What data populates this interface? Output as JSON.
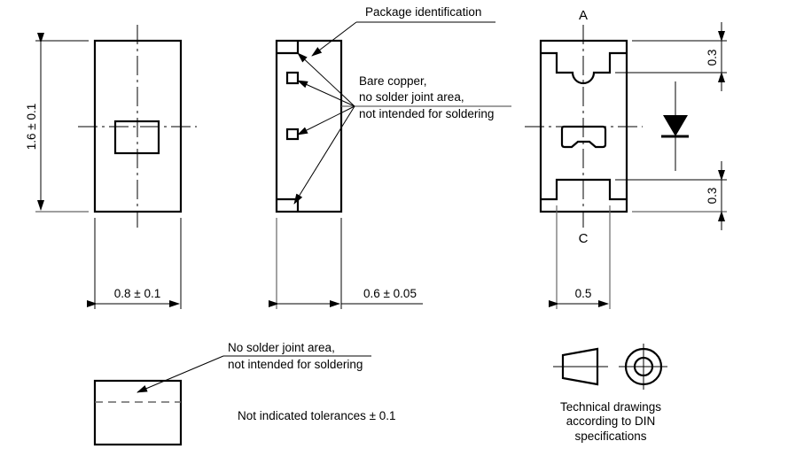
{
  "drawing": {
    "title": "Package outline drawing",
    "unit_note": "Not indicated tolerances ± 0.1"
  },
  "views": {
    "top": {
      "height_dim": "1.6 ± 0.1",
      "width_dim": "0.8 ± 0.1"
    },
    "side": {
      "package_id_label": "Package identification",
      "bare_copper_lines": [
        "Bare copper,",
        "no solder joint area,",
        "not intended for soldering"
      ],
      "thickness_dim": "0.6 ± 0.05"
    },
    "bottom": {
      "anode_label": "A",
      "cathode_label": "C",
      "pad_top_dim": "0.3",
      "pad_bottom_dim": "0.3",
      "pad_width_dim": "0.5",
      "symbol": "diode-symbol"
    },
    "end": {
      "note_lines": [
        "No solder joint area,",
        "not intended for soldering"
      ]
    }
  },
  "projection": {
    "caption_lines": [
      "Technical drawings",
      "according to DIN",
      "specifications"
    ],
    "symbol": "first-angle-projection-symbol"
  }
}
